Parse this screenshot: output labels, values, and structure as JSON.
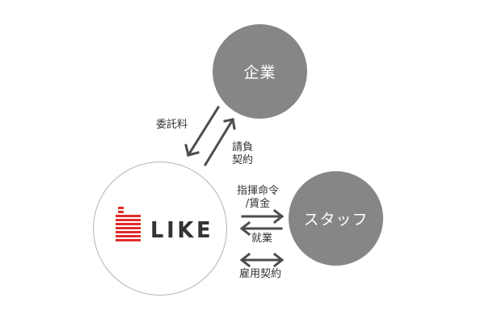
{
  "nodes": {
    "company": "企業",
    "staff": "スタッフ",
    "like": "LIKE"
  },
  "labels": {
    "itaku": "委託料",
    "ukeoi_line1": "請負",
    "ukeoi_line2": "契約",
    "shiki_line1": "指揮命令",
    "shiki_line2": "/賃金",
    "shugyo": "就業",
    "koyo": "雇用契約"
  },
  "colors": {
    "node_gray": "#868686",
    "arrow": "#4d4d4d",
    "logo_red": "#e02b2b",
    "like_circle_border": "#b3b3b3"
  },
  "icons": {
    "logo": "like-thumbs-up-logo"
  }
}
